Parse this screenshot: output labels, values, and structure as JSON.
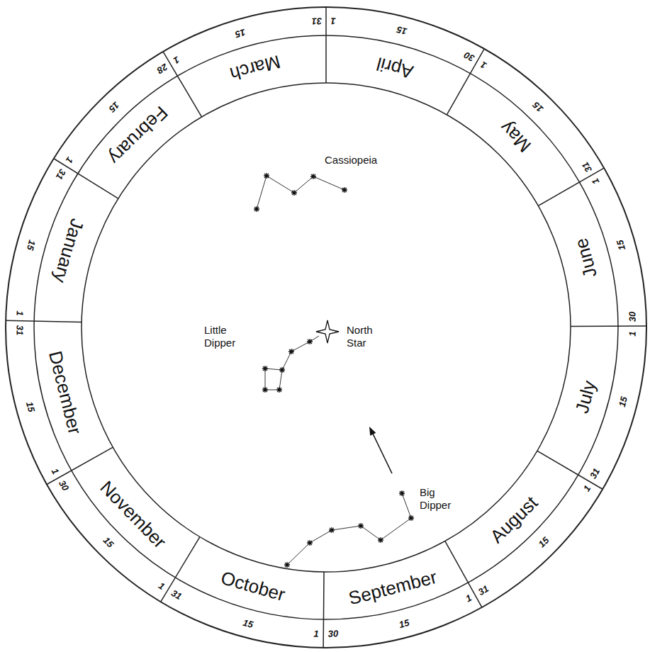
{
  "diagram": {
    "labels": [
      "January",
      "1",
      "15",
      "31",
      "February",
      "1",
      "15",
      "28",
      "March",
      "1",
      "15",
      "31",
      "April",
      "1",
      "15",
      "30",
      "May",
      "1",
      "15",
      "31",
      "June",
      "1",
      "15",
      "30",
      "July",
      "1",
      "15",
      "31",
      "August",
      "1",
      "15",
      "31",
      "September",
      "1",
      "15",
      "30",
      "October",
      "1",
      "15",
      "31",
      "November",
      "1",
      "15",
      "30",
      "December",
      "1",
      "15",
      "31",
      "Cassiopeia",
      "Little Dipper",
      "North Star",
      "Big Dipper"
    ]
  }
}
